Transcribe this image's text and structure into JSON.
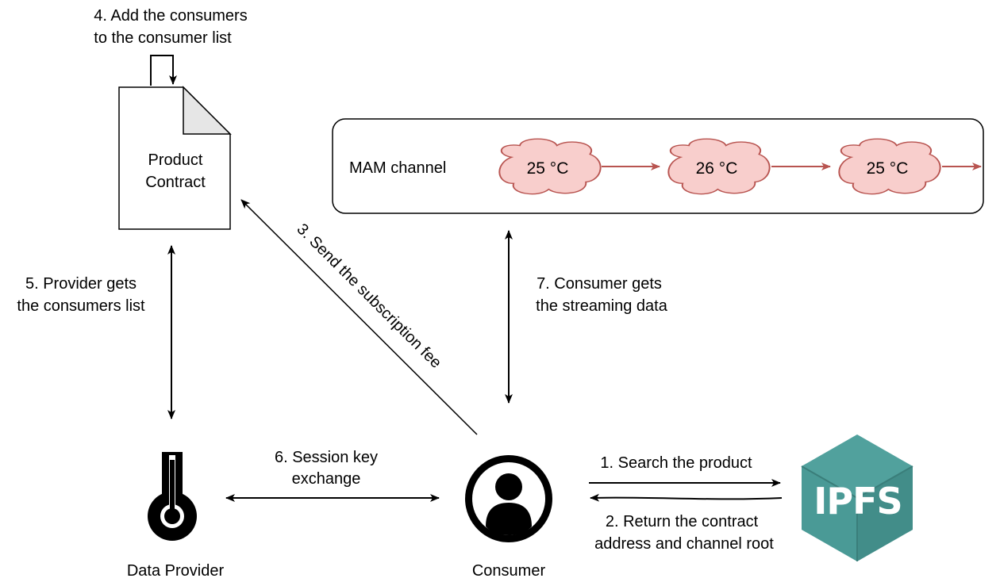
{
  "steps": {
    "step1": "1. Search the product",
    "step2_line1": "2. Return the contract",
    "step2_line2": "address and channel root",
    "step3": "3. Send the subscription fee",
    "step4_line1": "4. Add the consumers",
    "step4_line2": "to the consumer list",
    "step5_line1": "5. Provider gets",
    "step5_line2": "the consumers list",
    "step6_line1": "6. Session key",
    "step6_line2": "exchange",
    "step7_line1": "7. Consumer gets",
    "step7_line2": "the streaming data"
  },
  "contract": {
    "line1": "Product",
    "line2": "Contract"
  },
  "mam": {
    "label": "MAM channel",
    "messages": [
      "25 °C",
      "26 °C",
      "25 °C"
    ]
  },
  "actors": {
    "provider": "Data Provider",
    "consumer": "Consumer"
  },
  "ipfs": {
    "logo_text": "IPFS"
  },
  "colors": {
    "cloud_fill": "#f8cecc",
    "cloud_stroke": "#b85450",
    "ipfs_teal": "#4a9a96",
    "ipfs_dark": "#3a7e7a",
    "doc_fold": "#e6e6e6"
  }
}
